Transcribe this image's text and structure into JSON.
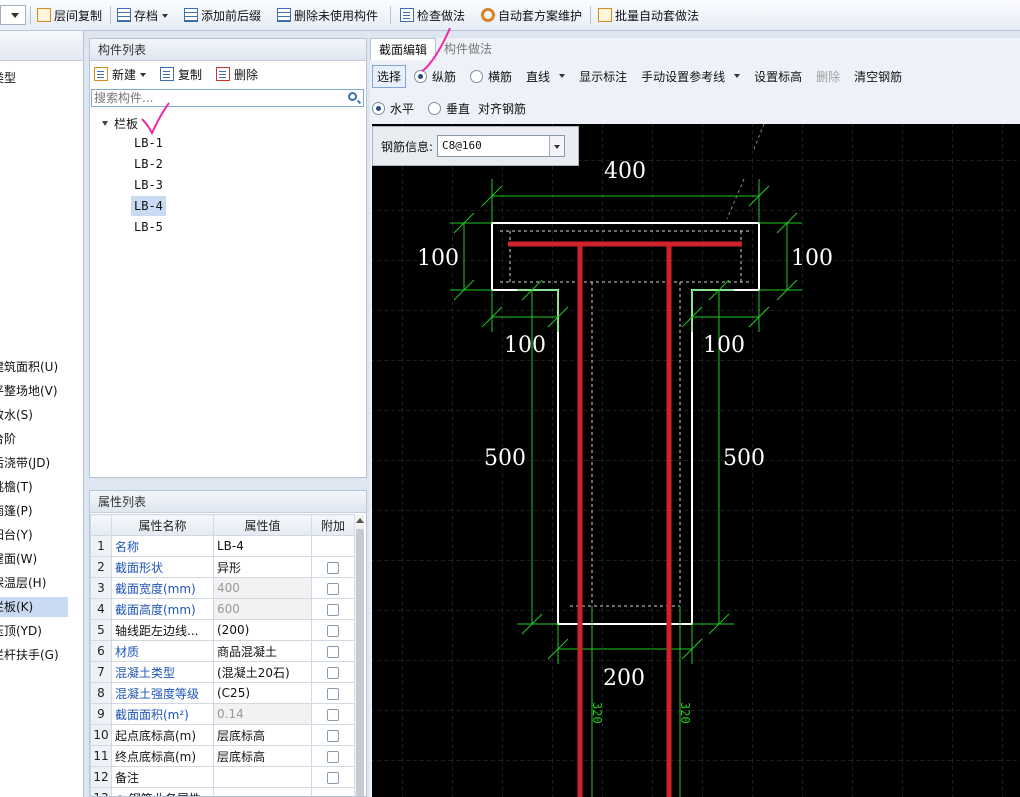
{
  "toolbar": {
    "floor_copy": "层间复制",
    "archive": "存档",
    "add_prefix_suffix": "添加前后缀",
    "delete_unused": "删除未使用构件",
    "check_method": "检查做法",
    "auto_scheme": "自动套方案维护",
    "batch_auto": "批量自动套做法"
  },
  "left_panel": {
    "items": [
      {
        "label": "类型",
        "selected": false
      },
      {
        "label": "建筑面积(U)",
        "selected": false
      },
      {
        "label": "平整场地(V)",
        "selected": false
      },
      {
        "label": "散水(S)",
        "selected": false
      },
      {
        "label": "台阶",
        "selected": false
      },
      {
        "label": "后浇带(JD)",
        "selected": false
      },
      {
        "label": "挑檐(T)",
        "selected": false
      },
      {
        "label": "雨篷(P)",
        "selected": false
      },
      {
        "label": "阳台(Y)",
        "selected": false
      },
      {
        "label": "屋面(W)",
        "selected": false
      },
      {
        "label": "保温层(H)",
        "selected": false
      },
      {
        "label": "栏板(K)",
        "selected": true
      },
      {
        "label": "压顶(YD)",
        "selected": false
      },
      {
        "label": "栏杆扶手(G)",
        "selected": false
      }
    ]
  },
  "component_list": {
    "title": "构件列表",
    "new_label": "新建",
    "copy_label": "复制",
    "delete_label": "删除",
    "search_placeholder": "搜索构件...",
    "tree_root": "栏板",
    "items": [
      {
        "label": "LB-1",
        "selected": false
      },
      {
        "label": "LB-2",
        "selected": false
      },
      {
        "label": "LB-3",
        "selected": false
      },
      {
        "label": "LB-4",
        "selected": true
      },
      {
        "label": "LB-5",
        "selected": false
      }
    ]
  },
  "property_list": {
    "title": "属性列表",
    "columns": [
      "属性名称",
      "属性值",
      "附加"
    ],
    "rows": [
      {
        "num": "1",
        "name": "名称",
        "value": "LB-4",
        "blue": true,
        "gray": false,
        "checkbox": false
      },
      {
        "num": "2",
        "name": "截面形状",
        "value": "异形",
        "blue": true,
        "gray": false,
        "checkbox": true
      },
      {
        "num": "3",
        "name": "截面宽度(mm)",
        "value": "400",
        "blue": true,
        "gray": true,
        "checkbox": true
      },
      {
        "num": "4",
        "name": "截面高度(mm)",
        "value": "600",
        "blue": true,
        "gray": true,
        "checkbox": true
      },
      {
        "num": "5",
        "name": "轴线距左边线...",
        "value": "(200)",
        "blue": false,
        "gray": false,
        "checkbox": true
      },
      {
        "num": "6",
        "name": "材质",
        "value": "商品混凝土",
        "blue": true,
        "gray": false,
        "checkbox": true
      },
      {
        "num": "7",
        "name": "混凝土类型",
        "value": "(混凝土20石)",
        "blue": true,
        "gray": false,
        "checkbox": true
      },
      {
        "num": "8",
        "name": "混凝土强度等级",
        "value": "(C25)",
        "blue": true,
        "gray": false,
        "checkbox": true
      },
      {
        "num": "9",
        "name": "截面面积(m²)",
        "value": "0.14",
        "blue": true,
        "gray": true,
        "checkbox": true
      },
      {
        "num": "10",
        "name": "起点底标高(m)",
        "value": "层底标高",
        "blue": false,
        "gray": false,
        "checkbox": true
      },
      {
        "num": "11",
        "name": "终点底标高(m)",
        "value": "层底标高",
        "blue": false,
        "gray": false,
        "checkbox": true
      },
      {
        "num": "12",
        "name": "备注",
        "value": "",
        "blue": false,
        "gray": false,
        "checkbox": true
      },
      {
        "num": "13",
        "name": "+ 钢筋业务属性",
        "value": "",
        "blue": false,
        "gray": false,
        "checkbox": false
      }
    ]
  },
  "editor": {
    "tabs": [
      "截面编辑",
      "构件做法"
    ],
    "active_tab": 0,
    "toolbar1": {
      "select": "选择",
      "longitudinal": "纵筋",
      "transverse": "横筋",
      "line": "直线",
      "show_annotation": "显示标注",
      "manual_ref_line": "手动设置参考线",
      "set_elevation": "设置标高",
      "delete": "删除",
      "clear_rebar": "清空钢筋"
    },
    "toolbar2": {
      "horizontal": "水平",
      "vertical": "垂直",
      "align_rebar": "对齐钢筋"
    },
    "rebar_info_label": "钢筋信息:",
    "rebar_info_value": "C8@160"
  },
  "drawing": {
    "dim_top": "400",
    "dim_flange_left": "100",
    "dim_flange_right": "100",
    "dim_overhang_left": "100",
    "dim_overhang_right": "100",
    "dim_web_left": "500",
    "dim_web_right": "500",
    "dim_bottom": "200",
    "dim_rebar_left": "320",
    "dim_rebar_right": "320",
    "colors": {
      "outline": "#ffffff",
      "dimension": "#22c922",
      "rebar": "#d0222a",
      "grid": "#3a3a3a",
      "annotation": "#ee2aa4"
    }
  }
}
